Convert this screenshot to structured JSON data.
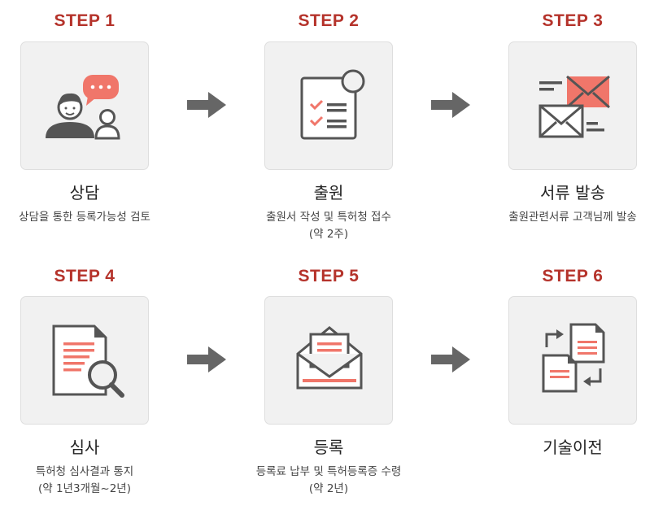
{
  "steps": [
    {
      "label": "STEP 1",
      "title": "상담",
      "desc": [
        "상담을 통한 등록가능성 검토"
      ],
      "icon": "consultation-icon"
    },
    {
      "label": "STEP 2",
      "title": "출원",
      "desc": [
        "출원서 작성 및 특허청 접수",
        "(약 2주)"
      ],
      "icon": "checklist-document-icon"
    },
    {
      "label": "STEP 3",
      "title": "서류 발송",
      "desc": [
        "출원관련서류 고객님께 발송"
      ],
      "icon": "mail-envelopes-icon"
    },
    {
      "label": "STEP 4",
      "title": "심사",
      "desc": [
        "특허청 심사결과 통지",
        "(약 1년3개월~2년)"
      ],
      "icon": "document-search-icon"
    },
    {
      "label": "STEP 5",
      "title": "등록",
      "desc": [
        "등록료 납부 및 특허등록증 수령",
        "(약 2년)"
      ],
      "icon": "open-envelope-icon"
    },
    {
      "label": "STEP 6",
      "title": "기술이전",
      "desc": [],
      "icon": "document-transfer-icon"
    }
  ],
  "colors": {
    "accent": "#b5332b",
    "icon_red": "#f0766a",
    "icon_dark": "#555555",
    "arrow": "#666666"
  }
}
